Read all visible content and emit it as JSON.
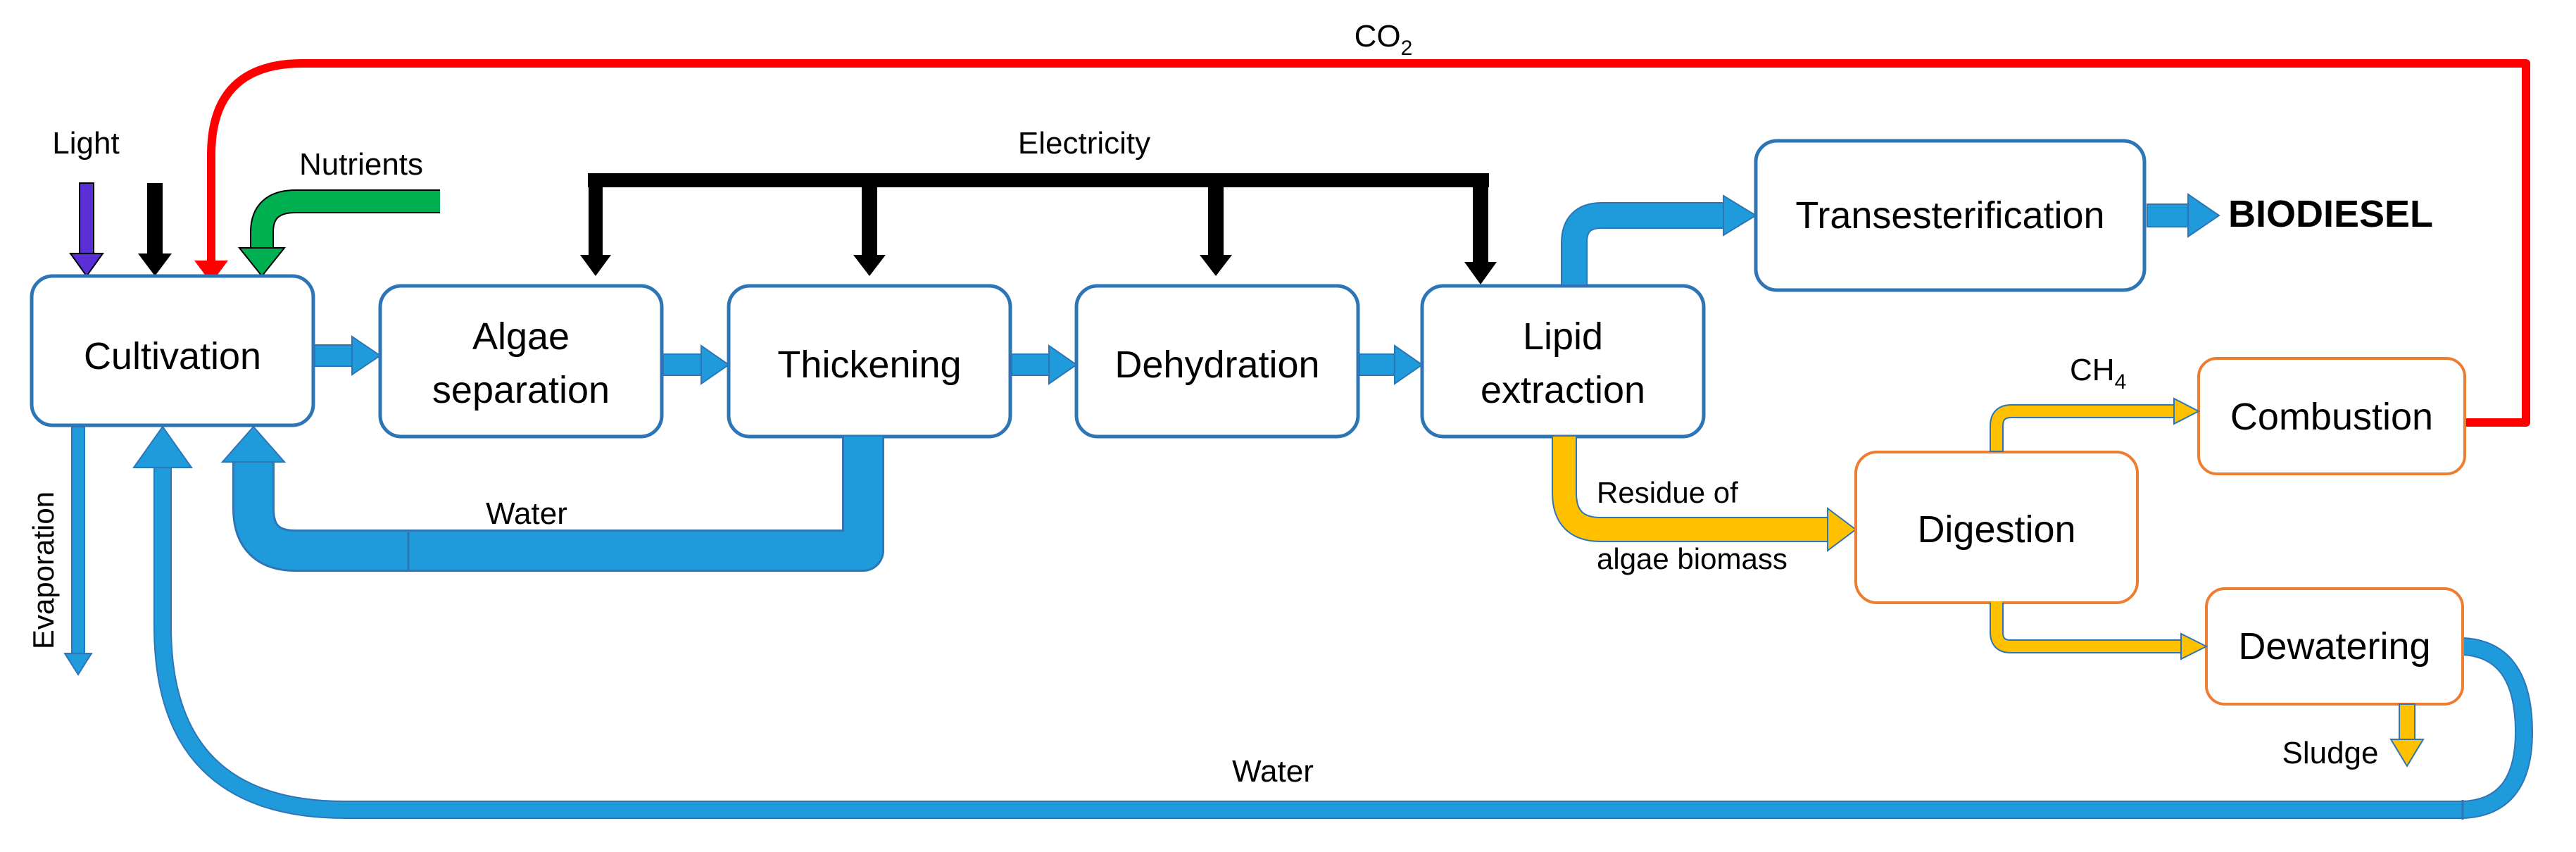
{
  "nodes": {
    "cultivation": "Cultivation",
    "algae_separation_line1": "Algae",
    "algae_separation_line2": "separation",
    "thickening": "Thickening",
    "dehydration": "Dehydration",
    "lipid_extraction_line1": "Lipid",
    "lipid_extraction_line2": "extraction",
    "transesterification": "Transesterification",
    "combustion": "Combustion",
    "digestion": "Digestion",
    "dewatering": "Dewatering"
  },
  "labels": {
    "co2_main": "CO",
    "co2_sub": "2",
    "light": "Light",
    "nutrients": "Nutrients",
    "electricity": "Electricity",
    "biodiesel": "BIODIESEL",
    "ch4_main": "CH",
    "ch4_sub": "4",
    "residue_line1": "Residue of",
    "residue_line2": "algae biomass",
    "water_recycle": "Water",
    "water_return": "Water",
    "evaporation": "Evaporation",
    "sludge": "Sludge"
  },
  "colors": {
    "box_blue": "#2E75B6",
    "box_orange": "#ED7D31",
    "flow_blue": "#1F9BDB",
    "flow_yellow": "#FFC000",
    "co2_red": "#FF0000",
    "light_purple": "#5B2FD6",
    "nutrients_green": "#00B050",
    "electricity_black": "#000000"
  }
}
